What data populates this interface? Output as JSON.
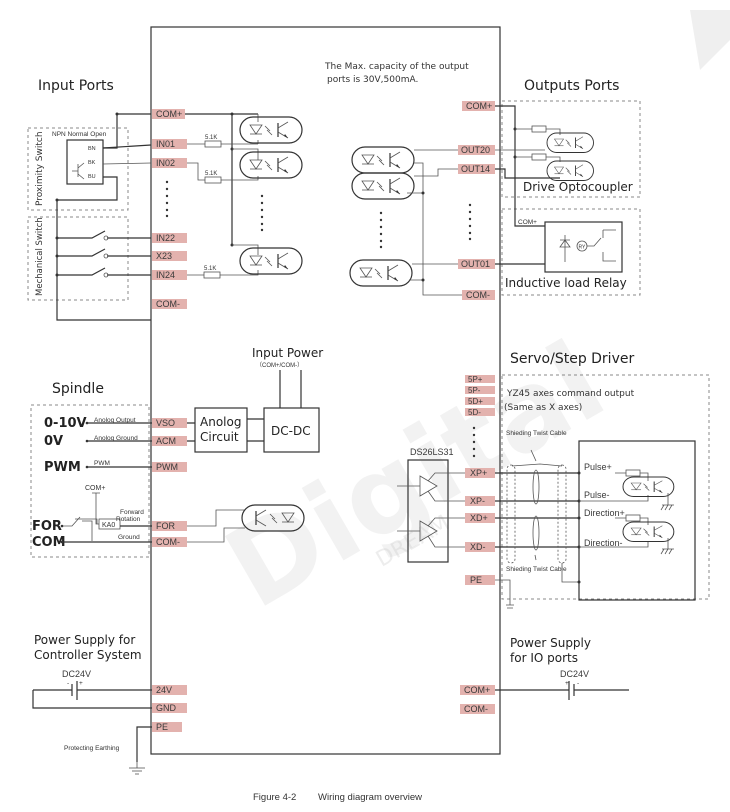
{
  "caption": {
    "figure": "Figure 4-2",
    "title": "Wiring diagram overview"
  },
  "note": {
    "line1": "The Max. capacity of the output",
    "line2": "ports is 30V,500mA."
  },
  "input_ports": {
    "title": "Input Ports",
    "pins": [
      "COM+",
      "IN01",
      "IN02",
      "IN22",
      "X23",
      "IN24",
      "COM-"
    ],
    "resistor": "5.1K",
    "proximity_switch": {
      "label": "Proximity Switch",
      "type": "NPN Normal Open",
      "wires": [
        "BN",
        "BK",
        "BU"
      ]
    },
    "mechanical_switch": {
      "label": "Mechanical Switch"
    }
  },
  "output_ports": {
    "title": "Outputs Ports",
    "pins": [
      "COM+",
      "OUT20",
      "OUT14",
      "OUT01",
      "COM-"
    ],
    "drive_optocoupler": "Drive Optocoupler",
    "relay": {
      "label": "Inductive load Relay",
      "com": "COM+",
      "coil": "RY"
    }
  },
  "input_power": {
    "title": "Input Power",
    "sub": "（COM+/COM-）"
  },
  "blocks": {
    "analog": [
      "Anolog",
      "Circuit"
    ],
    "dcdc": "DC-DC"
  },
  "spindle": {
    "title": "Spindle",
    "signals": [
      {
        "name": "0-10V",
        "wire": "Anolog Output",
        "pin": "VSO"
      },
      {
        "name": "0V",
        "wire": "Anolog Ground",
        "pin": "ACM"
      },
      {
        "name": "PWM",
        "wire": "PWM",
        "pin": "PWM"
      },
      {
        "name": "FOR",
        "wire": "Forward Rotation",
        "pin": "FOR"
      },
      {
        "name": "COM",
        "wire": "Ground",
        "pin": "COM-"
      }
    ],
    "com_plus": "COM+",
    "relay": "KA0",
    "forward_line1": "Forward",
    "forward_line2": "Rotation"
  },
  "servo": {
    "title": "Servo/Step Driver",
    "desc1": "YZ45 axes command output",
    "desc2": "(Same as X axes)",
    "chip": "DS26LS31",
    "top_pins": [
      "5P+",
      "5P-",
      "5D+",
      "5D-"
    ],
    "pins": [
      "XP+",
      "XP-",
      "XD+",
      "XD-",
      "PE"
    ],
    "cable": "Shieding Twist Cable",
    "driver_signals": [
      "Pulse+",
      "Pulse-",
      "Direction+",
      "Direction-"
    ]
  },
  "power_controller": {
    "title1": "Power Supply for",
    "title2": "Controller System",
    "source": "DC24V",
    "pins": [
      "24V",
      "GND",
      "PE"
    ],
    "earth": "Protecting Earthing"
  },
  "power_io": {
    "title1": "Power Supply",
    "title2": "for IO ports",
    "source": "DC24V",
    "pins": [
      "COM+",
      "COM-"
    ]
  },
  "watermark": {
    "text": "Digital",
    "sub": "DREAM"
  }
}
